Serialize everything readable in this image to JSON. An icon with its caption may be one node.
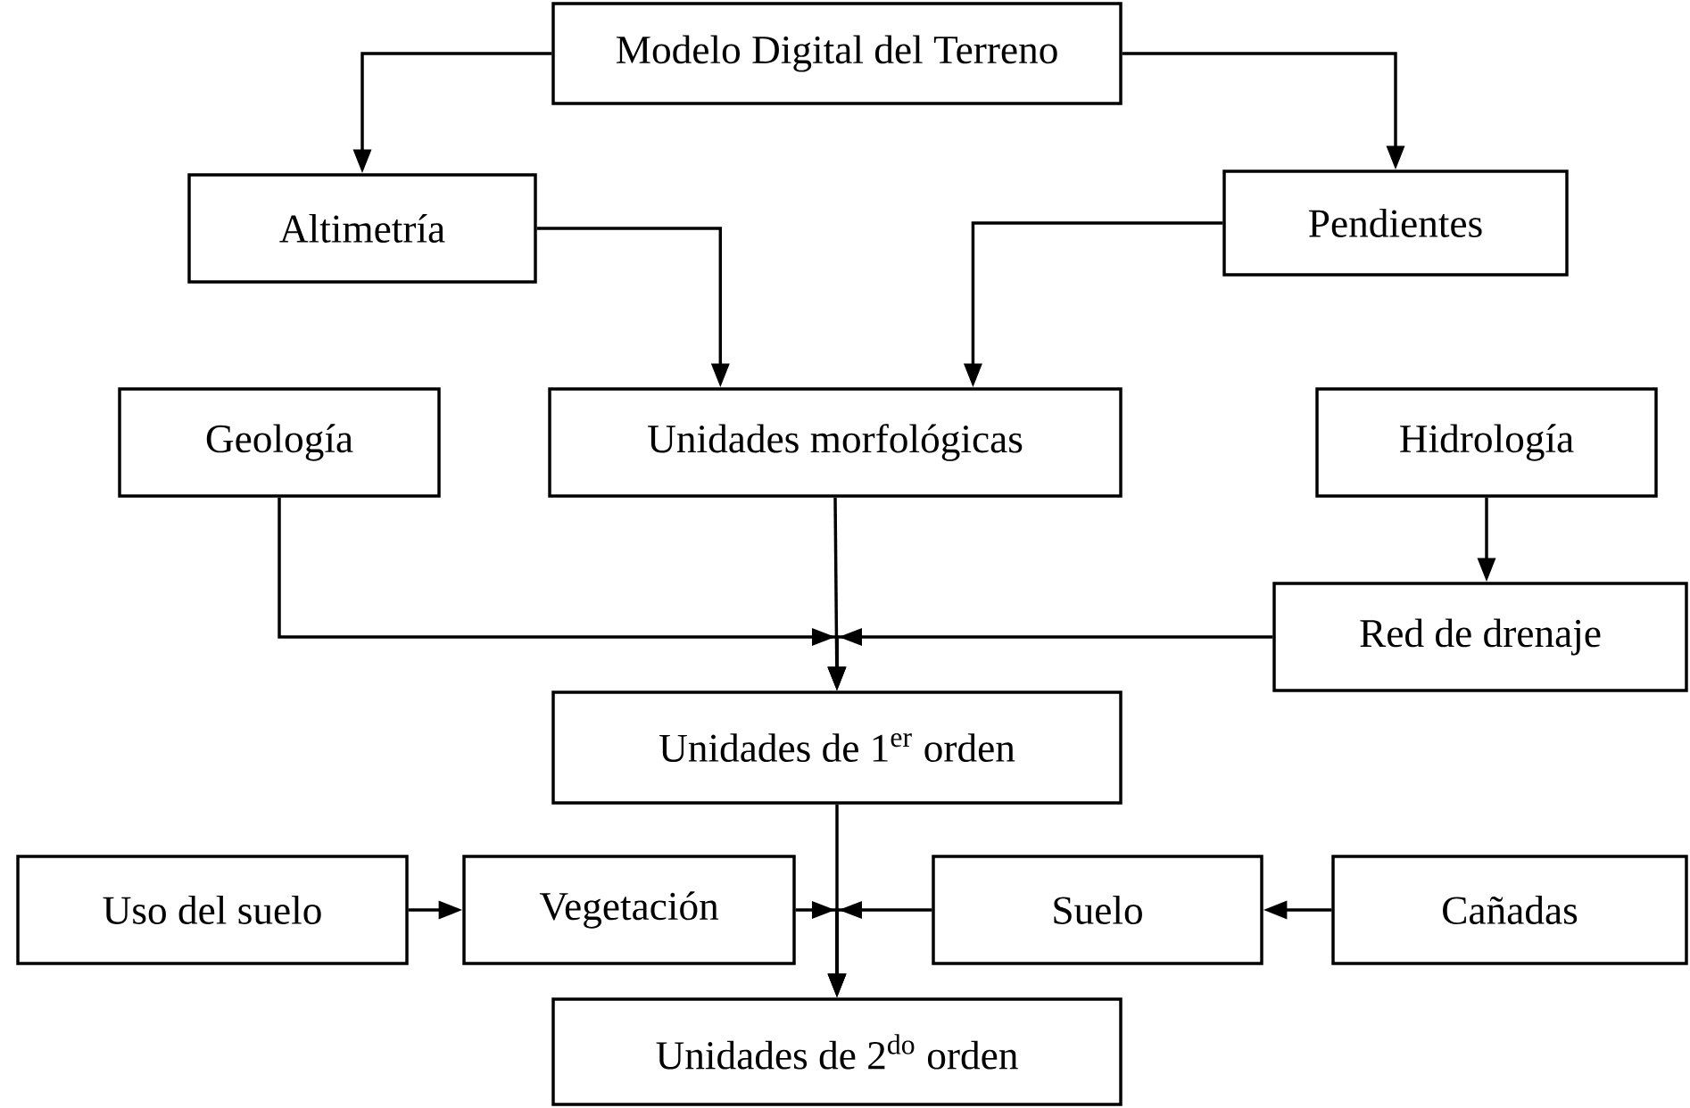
{
  "diagram": {
    "nodes": [
      {
        "text": [
          "Modelo Digital del Terreno"
        ]
      },
      {
        "text": [
          "Altimetría"
        ]
      },
      {
        "text": [
          "Pendientes"
        ]
      },
      {
        "text": [
          "Geología"
        ]
      },
      {
        "text": [
          "Unidades morfológicas"
        ]
      },
      {
        "text": [
          "Hidrología"
        ]
      },
      {
        "text": [
          "Red de drenaje"
        ]
      },
      {
        "text": [
          "Unidades de 1$^{er}$ orden"
        ]
      },
      {
        "text": [
          "Uso del suelo"
        ]
      },
      {
        "text": [
          "Vegetación"
        ]
      },
      {
        "text": [
          "Suelo"
        ]
      },
      {
        "text": [
          "Cañadas"
        ]
      },
      {
        "text": [
          "Unidades de 2$^{do}$ orden"
        ]
      }
    ],
    "edges": [
      {
        "from": 0,
        "to": 1,
        "arrow": "to"
      },
      {
        "from": 0,
        "to": 2,
        "arrow": "to"
      },
      {
        "from": 1,
        "to": 4,
        "arrow": "to"
      },
      {
        "from": 2,
        "to": 4,
        "arrow": "to"
      },
      {
        "from": 4,
        "to": 7,
        "arrow": "to"
      },
      {
        "from": 3,
        "to": 7,
        "arrow": "to"
      },
      {
        "from": 5,
        "to": 6,
        "arrow": "to"
      },
      {
        "from": 6,
        "to": 7,
        "arrow": "to"
      },
      {
        "from": 7,
        "to": 12,
        "arrow": "to"
      },
      {
        "from": 8,
        "to": 9,
        "arrow": "to"
      },
      {
        "from": 9,
        "to": 12,
        "arrow": "to"
      },
      {
        "from": 11,
        "to": 10,
        "arrow": "to"
      },
      {
        "from": 10,
        "to": 12,
        "arrow": "to"
      }
    ]
  }
}
